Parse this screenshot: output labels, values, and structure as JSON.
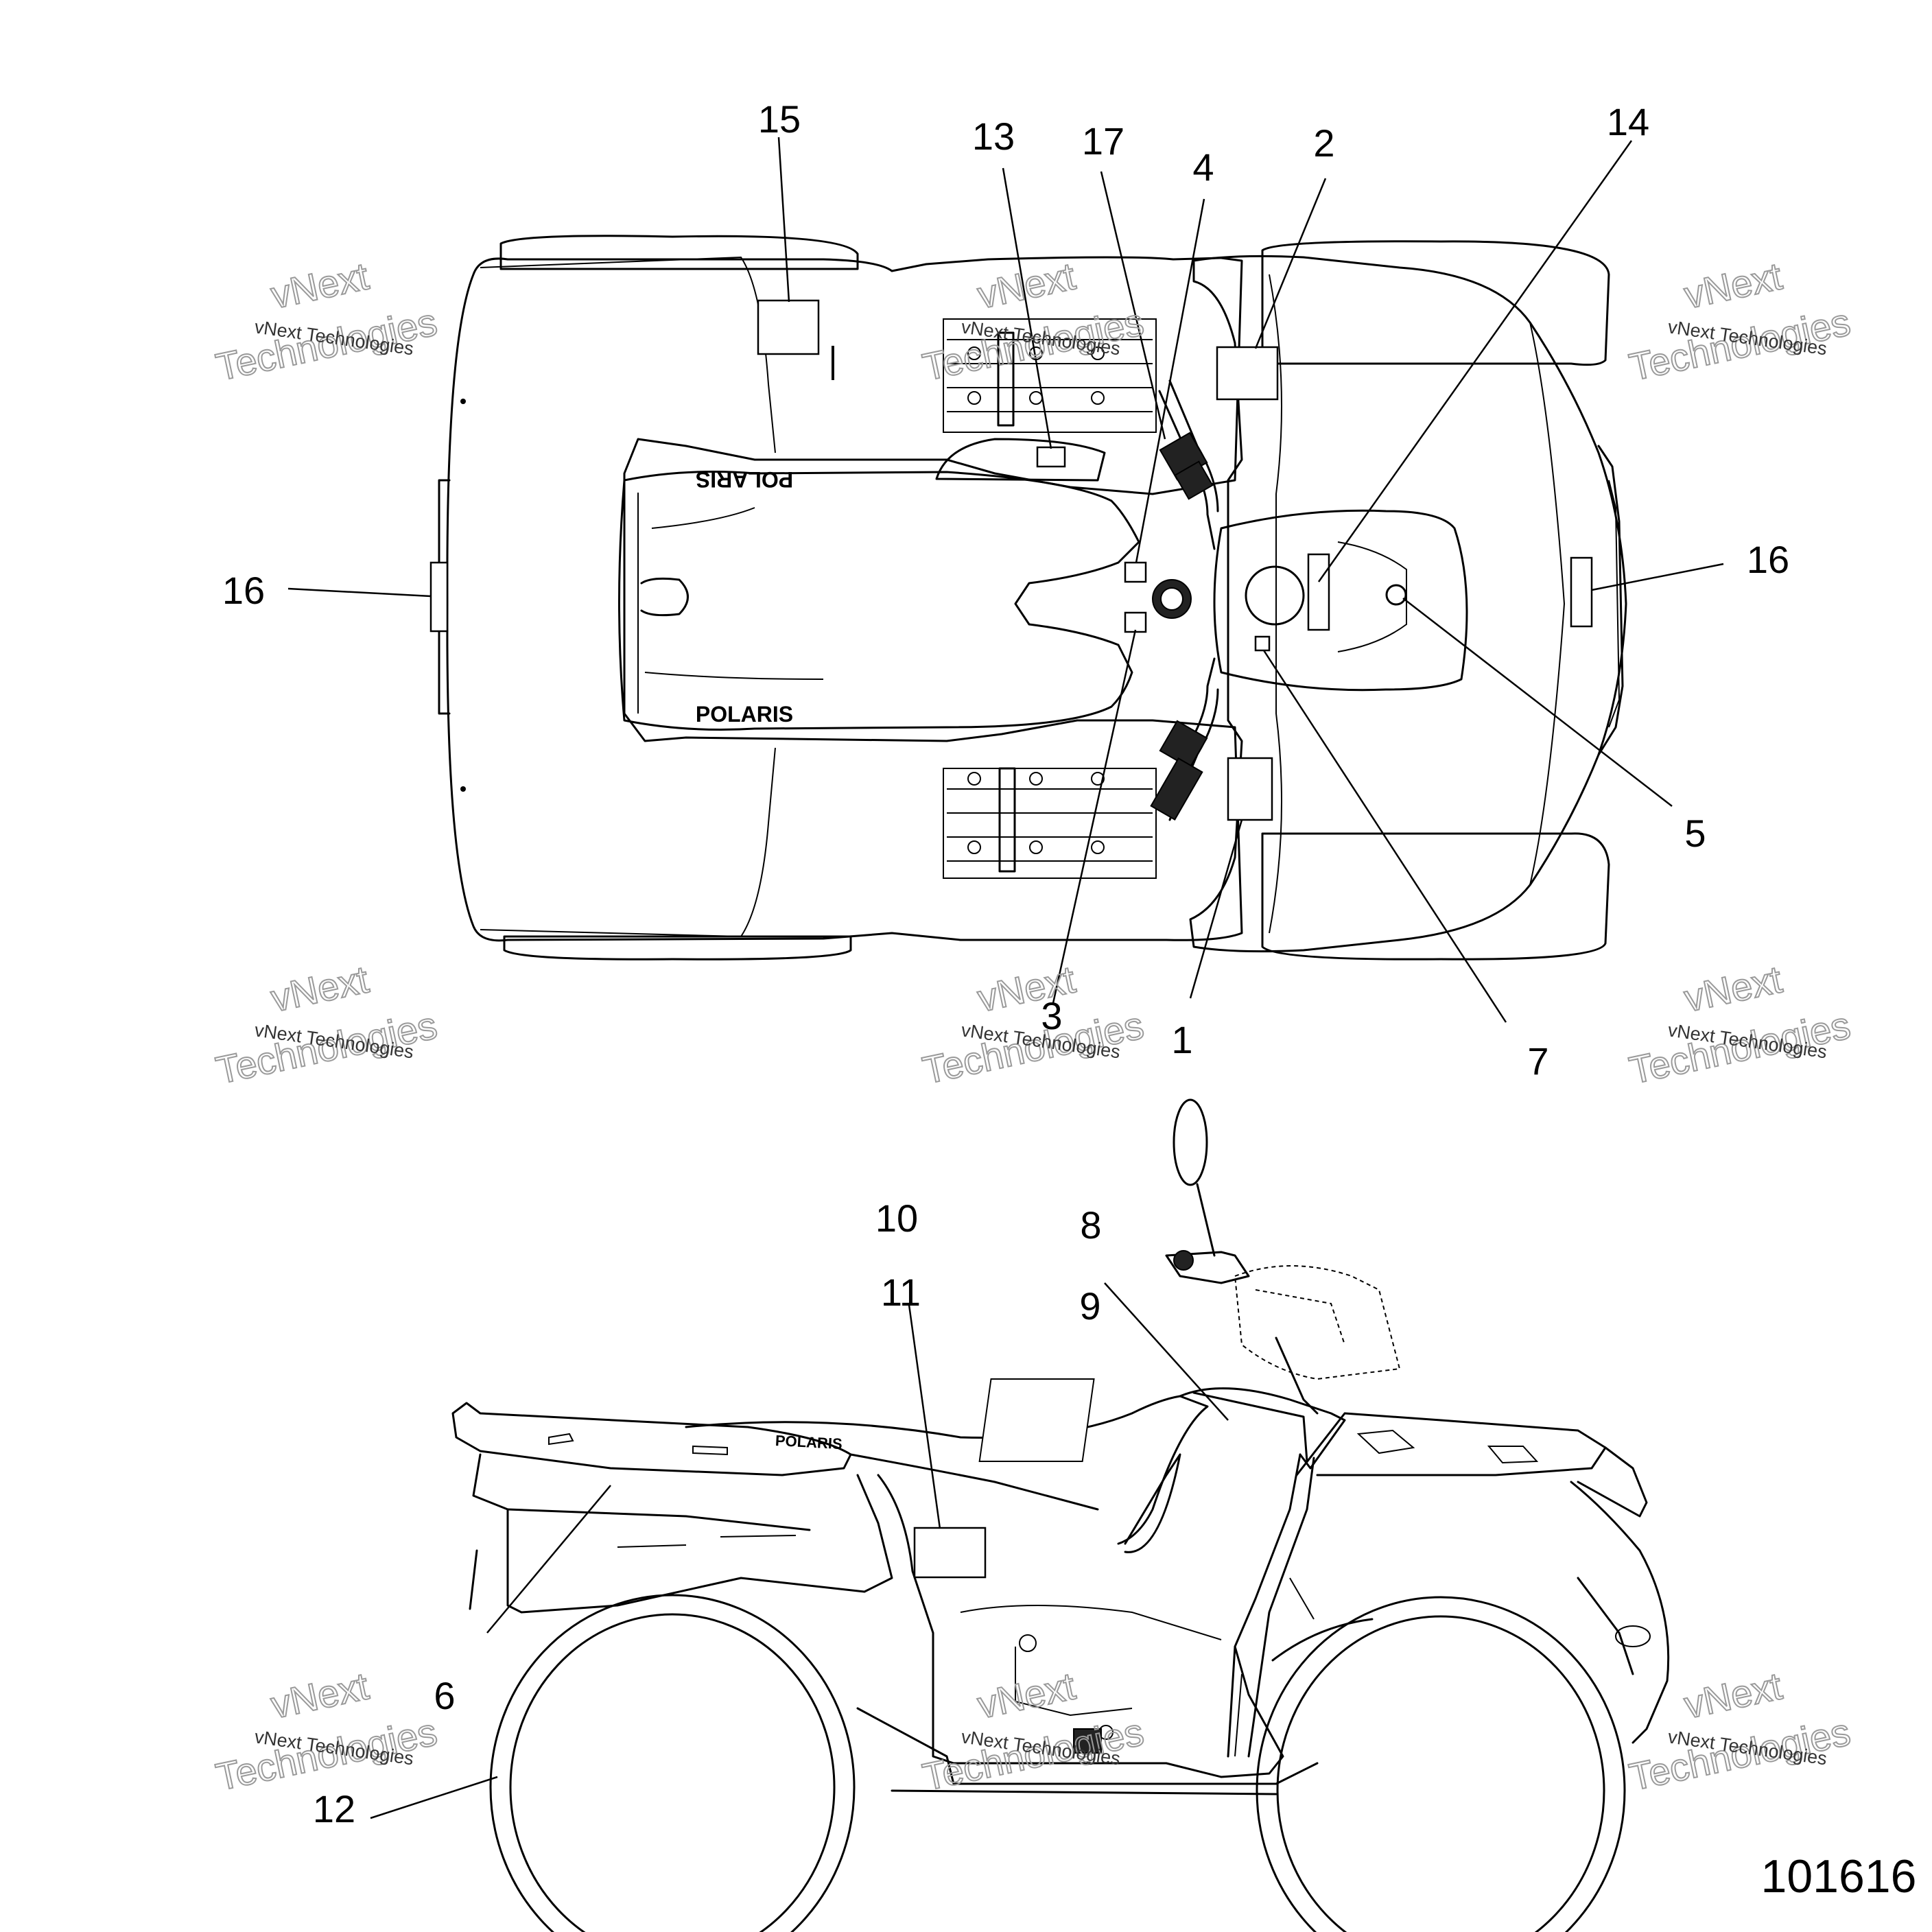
{
  "figure_id": "101616",
  "watermark": {
    "line1": "vNext Technologies",
    "line2a": "vNext",
    "line2b": "Technologies"
  },
  "brand_text": "POLARIS",
  "callouts": {
    "c1": "1",
    "c2": "2",
    "c3": "3",
    "c4": "4",
    "c5": "5",
    "c6": "6",
    "c7": "7",
    "c8": "8",
    "c9": "9",
    "c10": "10",
    "c11": "11",
    "c12": "12",
    "c13": "13",
    "c14": "14",
    "c15": "15",
    "c16": "16",
    "c17": "17"
  }
}
